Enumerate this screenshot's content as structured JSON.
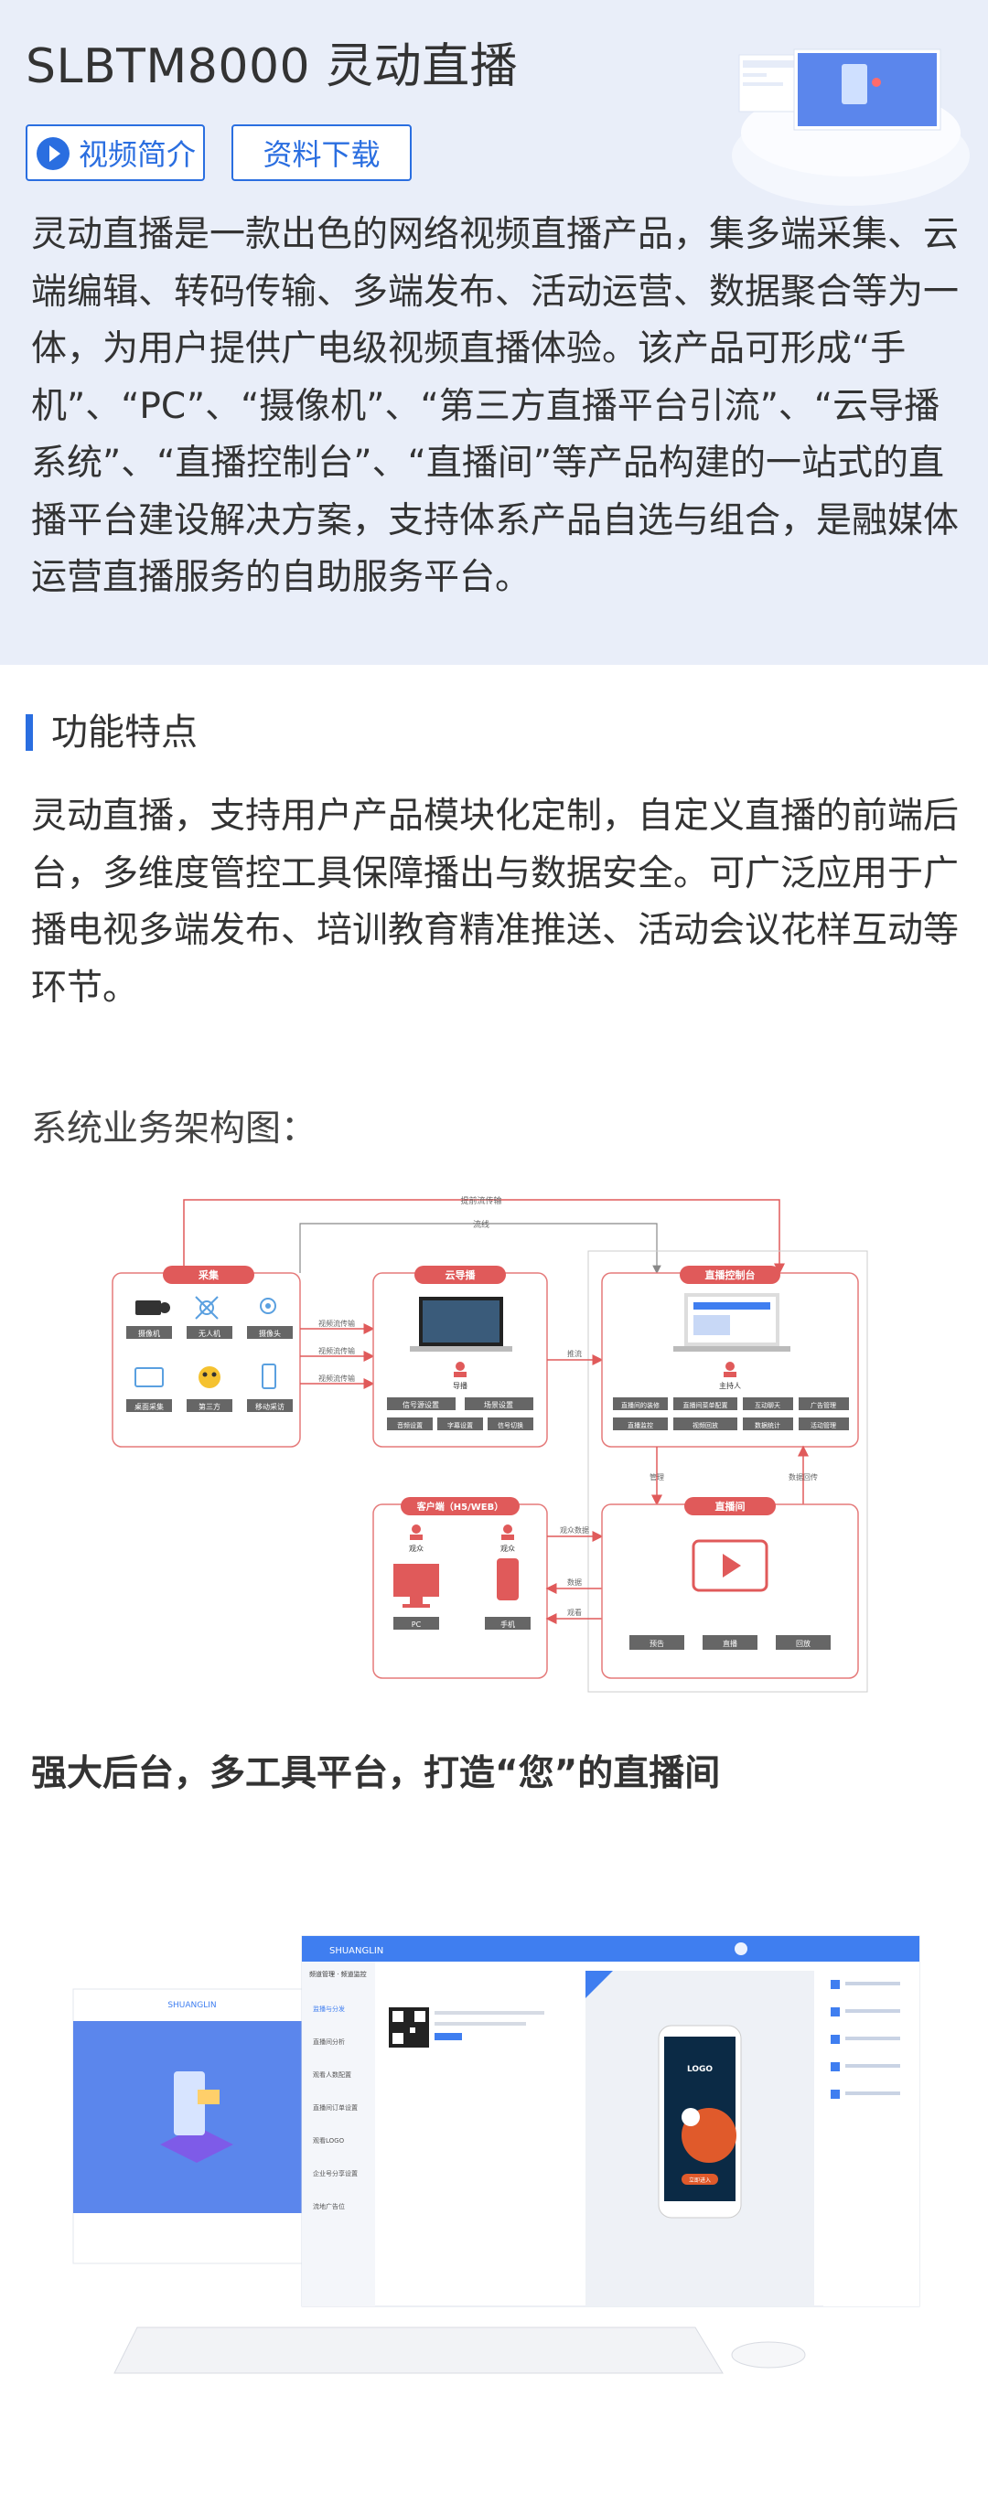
{
  "header": {
    "title": "SLBTM8000 灵动直播",
    "video_button": "视频简介",
    "download_button": "资料下载",
    "description": "灵动直播是一款出色的网络视频直播产品，集多端采集、云端编辑、转码传输、多端发布、活动运营、数据聚合等为一体，为用户提供广电级视频直播体验。该产品可形成“手机”、“PC”、“摄像机”、“第三方直播平台引流”、“云导播系统”、“直播控制台”、“直播间”等产品构建的一站式的直播平台建设解决方案，支持体系产品自选与组合，是融媒体运营直播服务的自助服务平台。"
  },
  "features": {
    "heading": "功能特点",
    "description": "灵动直播，支持用户产品模块化定制，自定义直播的前端后台，多维度管控工具保障播出与数据安全。可广泛应用于广播电视多端发布、培训教育精准推送、活动会议花样互动等环节。",
    "arch_label": "系统业务架构图："
  },
  "diagram": {
    "top_link_1": "提前流传输",
    "top_link_2": "流线",
    "capture": {
      "title": "采集",
      "items": [
        "摄像机",
        "无人机",
        "摄像头",
        "桌面采集",
        "第三方",
        "移动采访"
      ]
    },
    "links_capture_to_director": [
      "视频流传输",
      "视频流传输",
      "视频流传输"
    ],
    "director": {
      "title": "云导播",
      "operator": "导播",
      "buttons": [
        "信号源设置",
        "场景设置",
        "音频设置",
        "字幕设置",
        "信号切换"
      ]
    },
    "link_push": "推流",
    "console": {
      "title": "直播控制台",
      "operator": "主持人",
      "buttons": [
        "直播间的装修",
        "直播间菜单配置",
        "互动聊天",
        "广告管理",
        "直播监控",
        "视频回放",
        "数据统计",
        "活动管理"
      ]
    },
    "link_manage": "管理",
    "link_data": "数据回传",
    "client": {
      "title": "客户端（H5/WEB）",
      "viewers": [
        "观众",
        "观众"
      ],
      "devices": [
        "PC",
        "手机"
      ]
    },
    "links_client_room": [
      "观众数据",
      "数据",
      "观看"
    ],
    "room": {
      "title": "直播间",
      "buttons": [
        "预告",
        "直播",
        "回放"
      ]
    }
  },
  "backend": {
    "headline": "强大后台，多工具平台，打造“您”的直播间"
  },
  "mockup": {
    "brand": "SHUANGLIN",
    "nav_title": "频道管理 · 频道监控",
    "menu": [
      "监播与分发",
      "直播间分析",
      "观看人数配置",
      "直播间订单设置",
      "观看LOGO",
      "企业号分享设置",
      "流地广告位"
    ],
    "phone_logo": "LOGO",
    "phone_button": "立即进入",
    "colors": {
      "accent": "#3f7ef0",
      "phone": "#0b2a45",
      "planet": "#e05a2b"
    }
  },
  "colors": {
    "accent": "#2a6ee0",
    "diagram_red": "#e05a5a",
    "hero_bg": "#e9eef9"
  }
}
